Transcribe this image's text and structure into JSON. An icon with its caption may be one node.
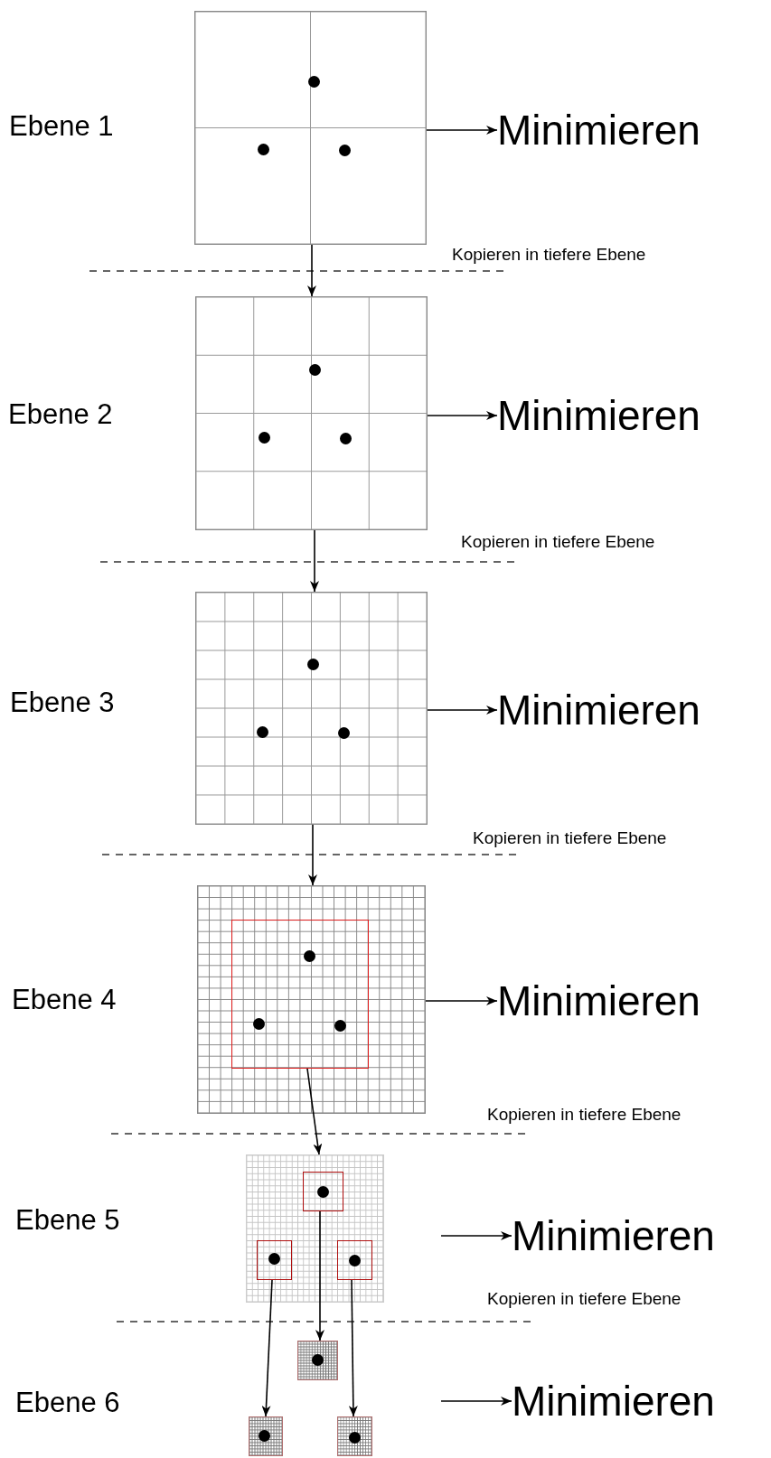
{
  "diagram": {
    "nodes": [
      {
        "text": [],
        "shape": "box"
      },
      {
        "text": [
          "Minimieren"
        ]
      },
      {
        "text": [],
        "shape": "box"
      },
      {
        "text": [
          "Minimieren"
        ]
      },
      {
        "text": [],
        "shape": "box"
      },
      {
        "text": [
          "Minimieren"
        ]
      },
      {
        "text": [],
        "shape": "box"
      },
      {
        "text": [],
        "shape": "box",
        "in": 6
      },
      {
        "text": [
          "Minimieren"
        ]
      },
      {
        "text": [],
        "shape": "box"
      },
      {
        "text": [],
        "shape": "box",
        "in": 9
      },
      {
        "text": [],
        "shape": "box",
        "in": 9
      },
      {
        "text": [],
        "shape": "box",
        "in": 9
      },
      {
        "text": [
          "Minimieren"
        ]
      },
      {
        "text": [],
        "shape": "box"
      },
      {
        "text": [],
        "shape": "box"
      },
      {
        "text": [],
        "shape": "box"
      },
      {
        "text": [
          "Minimieren"
        ]
      }
    ],
    "edges": [
      {
        "from": 0,
        "to": 1,
        "arrow": "to"
      },
      {
        "from": 0,
        "to": 2,
        "arrow": "to"
      },
      {
        "from": 2,
        "to": 3,
        "arrow": "to"
      },
      {
        "from": 2,
        "to": 4,
        "arrow": "to"
      },
      {
        "from": 4,
        "to": 5,
        "arrow": "to"
      },
      {
        "from": 4,
        "to": 6,
        "arrow": "to"
      },
      {
        "from": 6,
        "to": 8,
        "arrow": "to"
      },
      {
        "from": 7,
        "to": 9,
        "arrow": "to"
      },
      {
        "from": null,
        "to": 13,
        "arrow": "to"
      },
      {
        "from": 10,
        "to": 14,
        "arrow": "to"
      },
      {
        "from": 11,
        "to": 15,
        "arrow": "to"
      },
      {
        "from": 12,
        "to": 16,
        "arrow": "to"
      },
      {
        "from": null,
        "to": 17,
        "arrow": "to"
      }
    ],
    "labels": [
      "Ebene 1",
      "Kopieren in tiefere Ebene",
      "Ebene 2",
      "Kopieren in tiefere Ebene",
      "Ebene 3",
      "Kopieren in tiefere Ebene",
      "Ebene 4",
      "Kopieren in tiefere Ebene",
      "Ebene 5",
      "Kopieren in tiefere Ebene",
      "Ebene 6"
    ]
  }
}
